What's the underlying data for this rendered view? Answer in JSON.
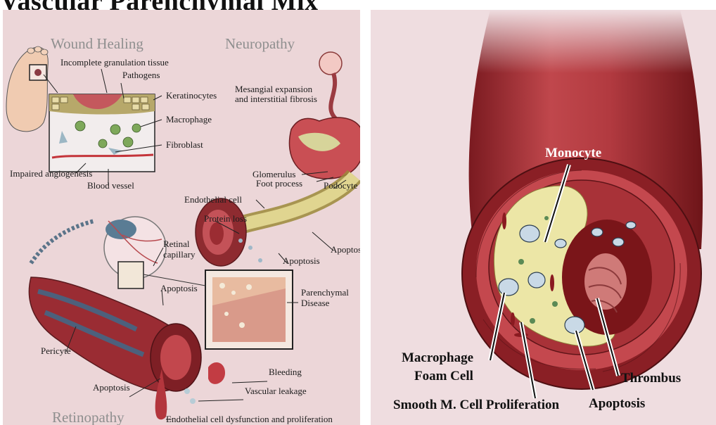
{
  "title": "Vascular Parenchymal Mix",
  "left": {
    "sections": {
      "wound_healing": "Wound Healing",
      "neuropathy": "Neuropathy",
      "retinopathy": "Retinopathy"
    },
    "wound_labels": {
      "incomplete_granulation": "Incomplete granulation tissue",
      "pathogens": "Pathogens",
      "keratinocytes": "Keratinocytes",
      "macrophage": "Macrophage",
      "fibroblast": "Fibroblast",
      "impaired_angiogenesis": "Impaired angiogenesis",
      "blood_vessel": "Blood vessel"
    },
    "neuro_labels": {
      "mesangial_1": "Mesangial expansion",
      "mesangial_2": "and interstitial fibrosis",
      "glomerulus": "Glomerulus",
      "foot_process": "Foot process",
      "podocyte": "Podocyte",
      "endothelial_cell": "Endothelial cell",
      "protein_loss": "Protein loss",
      "apoptosis_1": "Apoptosis",
      "apoptosis_2": "Apoptosis"
    },
    "retino_labels": {
      "retinal_1": "Retinal",
      "retinal_2": "capillary",
      "apoptosis_top": "Apoptosis",
      "parenchymal_1": "Parenchymal",
      "parenchymal_2": "Disease",
      "pericyte": "Pericyte",
      "apoptosis_bottom": "Apoptosis",
      "bleeding": "Bleeding",
      "vascular_leakage": "Vascular leakage",
      "endothelial_dysfunction": "Endothelial cell dysfunction and proliferation"
    }
  },
  "right": {
    "labels": {
      "monocyte": "Monocyte",
      "macrophage_1": "Macrophage",
      "macrophage_2": "Foam Cell",
      "thrombus": "Thrombus",
      "smooth_muscle": "Smooth M. Cell Proliferation",
      "apoptosis": "Apoptosis"
    }
  },
  "colors": {
    "panel_left": "#ecd6d8",
    "panel_right": "#efdde0",
    "vessel_dark": "#8e1e24",
    "vessel_mid": "#b83a3f",
    "plaque_yellow": "#ece6a6",
    "label_gray": "#8f8f8f"
  }
}
